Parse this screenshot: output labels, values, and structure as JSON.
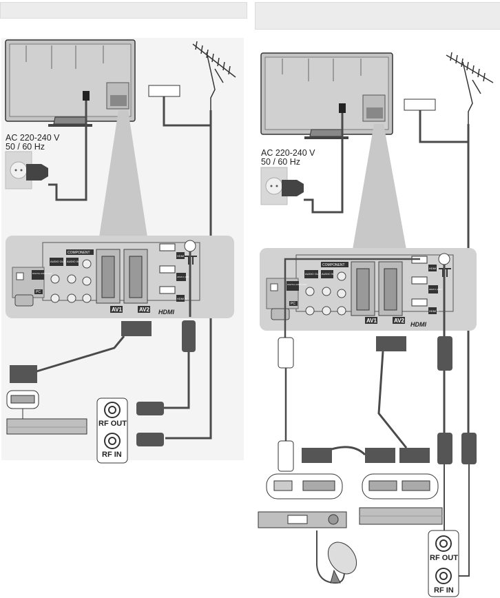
{
  "left": {
    "power_label_line1": "AC 220-240 V",
    "power_label_line2": "50 / 60 Hz",
    "rf_out": "RF OUT",
    "rf_in": "RF IN"
  },
  "right": {
    "power_label_line1": "AC 220-240 V",
    "power_label_line2": "50 / 60 Hz",
    "rf_out": "RF OUT",
    "rf_in": "RF IN"
  },
  "panel": {
    "component": "COMPONENT",
    "audio_out": "AUDIO OUT",
    "audio_in": "AUDIO IN",
    "digital_audio_out": "DIGITAL AUDIO OUT",
    "pc": "PC",
    "av1": "AV1",
    "av2": "AV2",
    "hdmi1": "HDMI 1",
    "hdmi2": "HDMI 2 (ARC)",
    "hdmi3": "HDMI 3",
    "hdmi_logo": "HDMI"
  },
  "colors": {
    "header_bg": "#ececec",
    "panel_bg": "#d2d2d2",
    "cable": "#3a3a3a",
    "beam": "#c8c8c8"
  }
}
